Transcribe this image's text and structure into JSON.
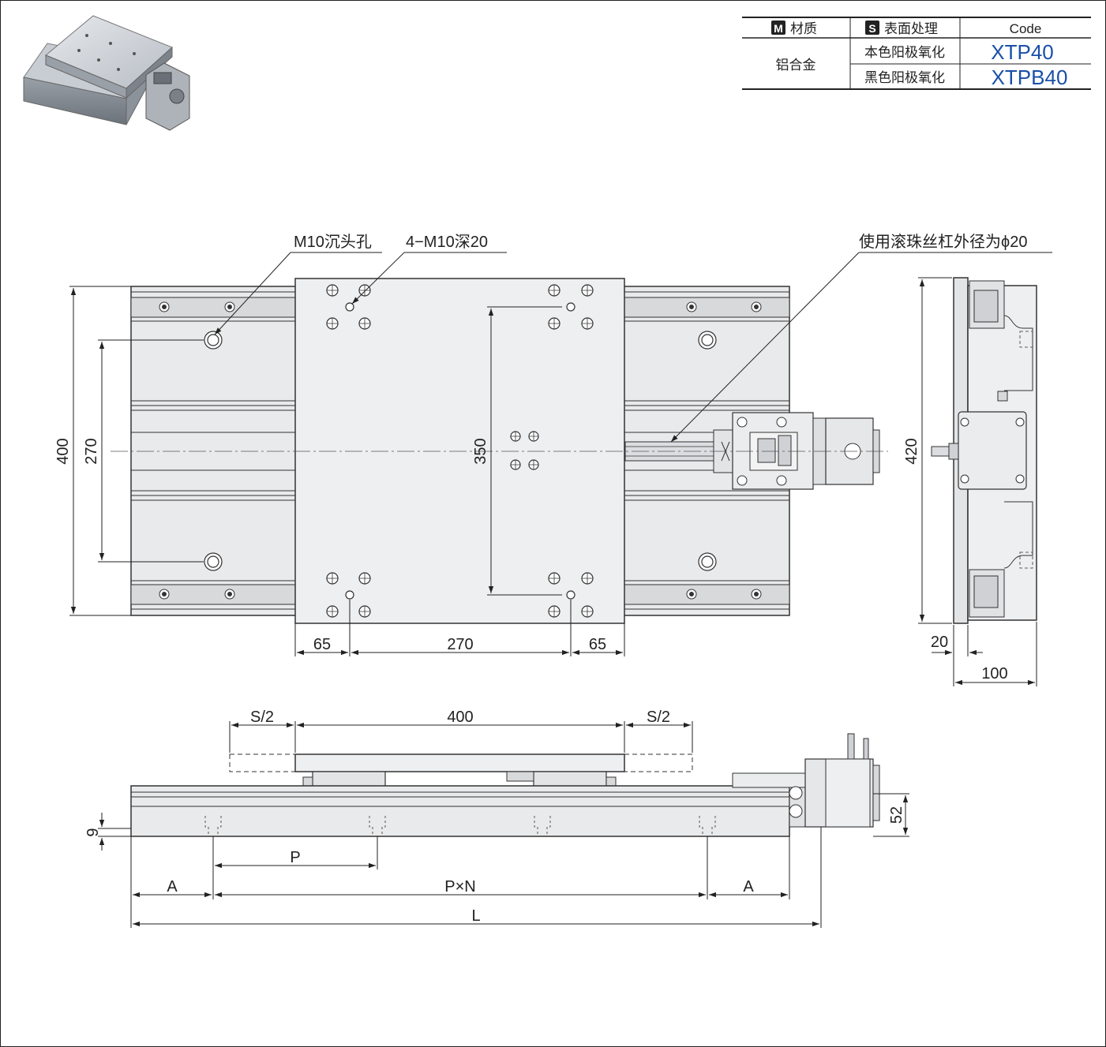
{
  "table": {
    "material_badge": "M",
    "material_header": "材质",
    "surface_badge": "S",
    "surface_header": "表面处理",
    "code_header": "Code",
    "material_value": "铝合金",
    "rows": [
      {
        "surface": "本色阳极氧化",
        "code": "XTP40"
      },
      {
        "surface": "黑色阳极氧化",
        "code": "XTPB40"
      }
    ],
    "code_color": "#1a4fa8"
  },
  "notes": {
    "counterbore": "M10沉头孔",
    "tapped_holes": "4−M10深20",
    "ball_screw": "使用滚珠丝杠外径为ϕ20"
  },
  "dims_top": {
    "overall_height": "400",
    "hole_pitch": "270",
    "table_holes": "350",
    "left_offset": "65",
    "center_span": "270",
    "right_offset": "65"
  },
  "dims_side": {
    "height": "420",
    "flange": "20",
    "width": "100"
  },
  "dims_front": {
    "stroke_left": "S/2",
    "table_length": "400",
    "stroke_right": "S/2",
    "base_height": "9",
    "motor_height": "52",
    "pitch": "P",
    "end_left": "A",
    "pitch_count": "P×N",
    "end_right": "A",
    "total_length": "L"
  }
}
